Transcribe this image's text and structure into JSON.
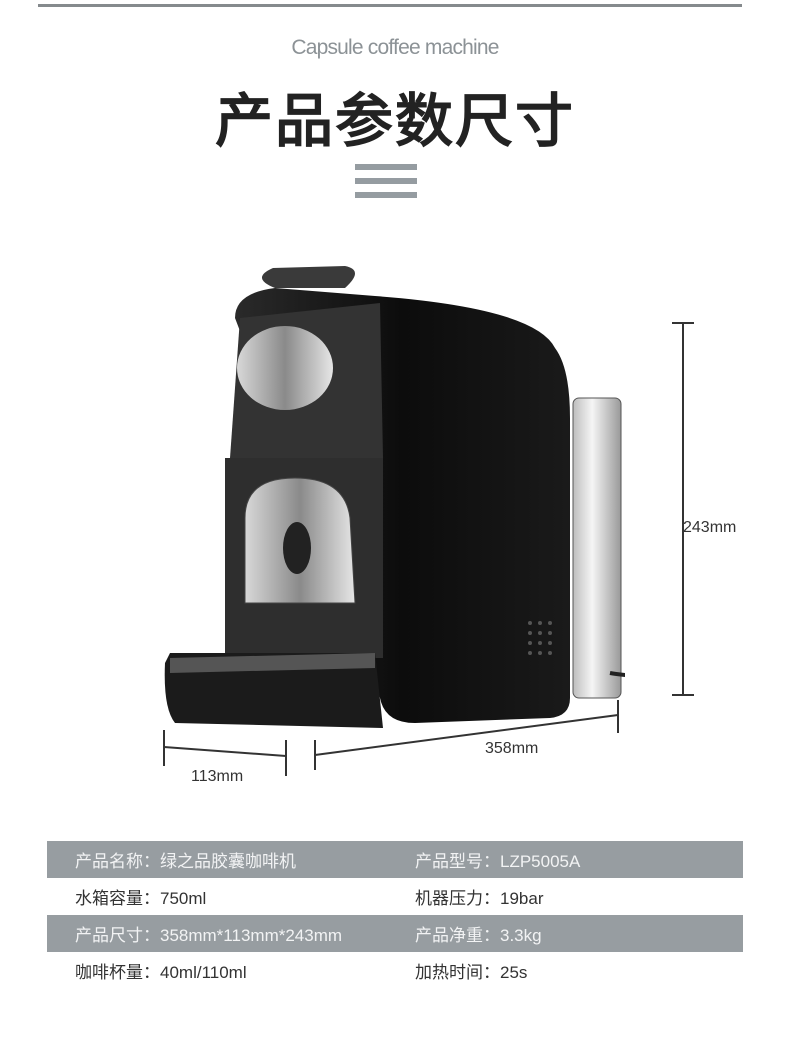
{
  "header": {
    "subtitle": "Capsule coffee machine",
    "title": "产品参数尺寸"
  },
  "colors": {
    "rule": "#858a8d",
    "shaded_row": "#979da1",
    "title": "#222222",
    "subtitle": "#8c9296"
  },
  "dimensions": {
    "height": "243mm",
    "length": "358mm",
    "width": "113mm"
  },
  "specs": [
    {
      "left": "产品名称：绿之品胶囊咖啡机",
      "right": "产品型号：LZP5005A",
      "shaded": true
    },
    {
      "left": "水箱容量：750ml",
      "right": "机器压力：19bar",
      "shaded": false
    },
    {
      "left": "产品尺寸：358mm*113mm*243mm",
      "right": "产品净重：3.3kg",
      "shaded": true
    },
    {
      "left": "咖啡杯量：40ml/110ml",
      "right": "加热时间：25s",
      "shaded": false
    }
  ]
}
